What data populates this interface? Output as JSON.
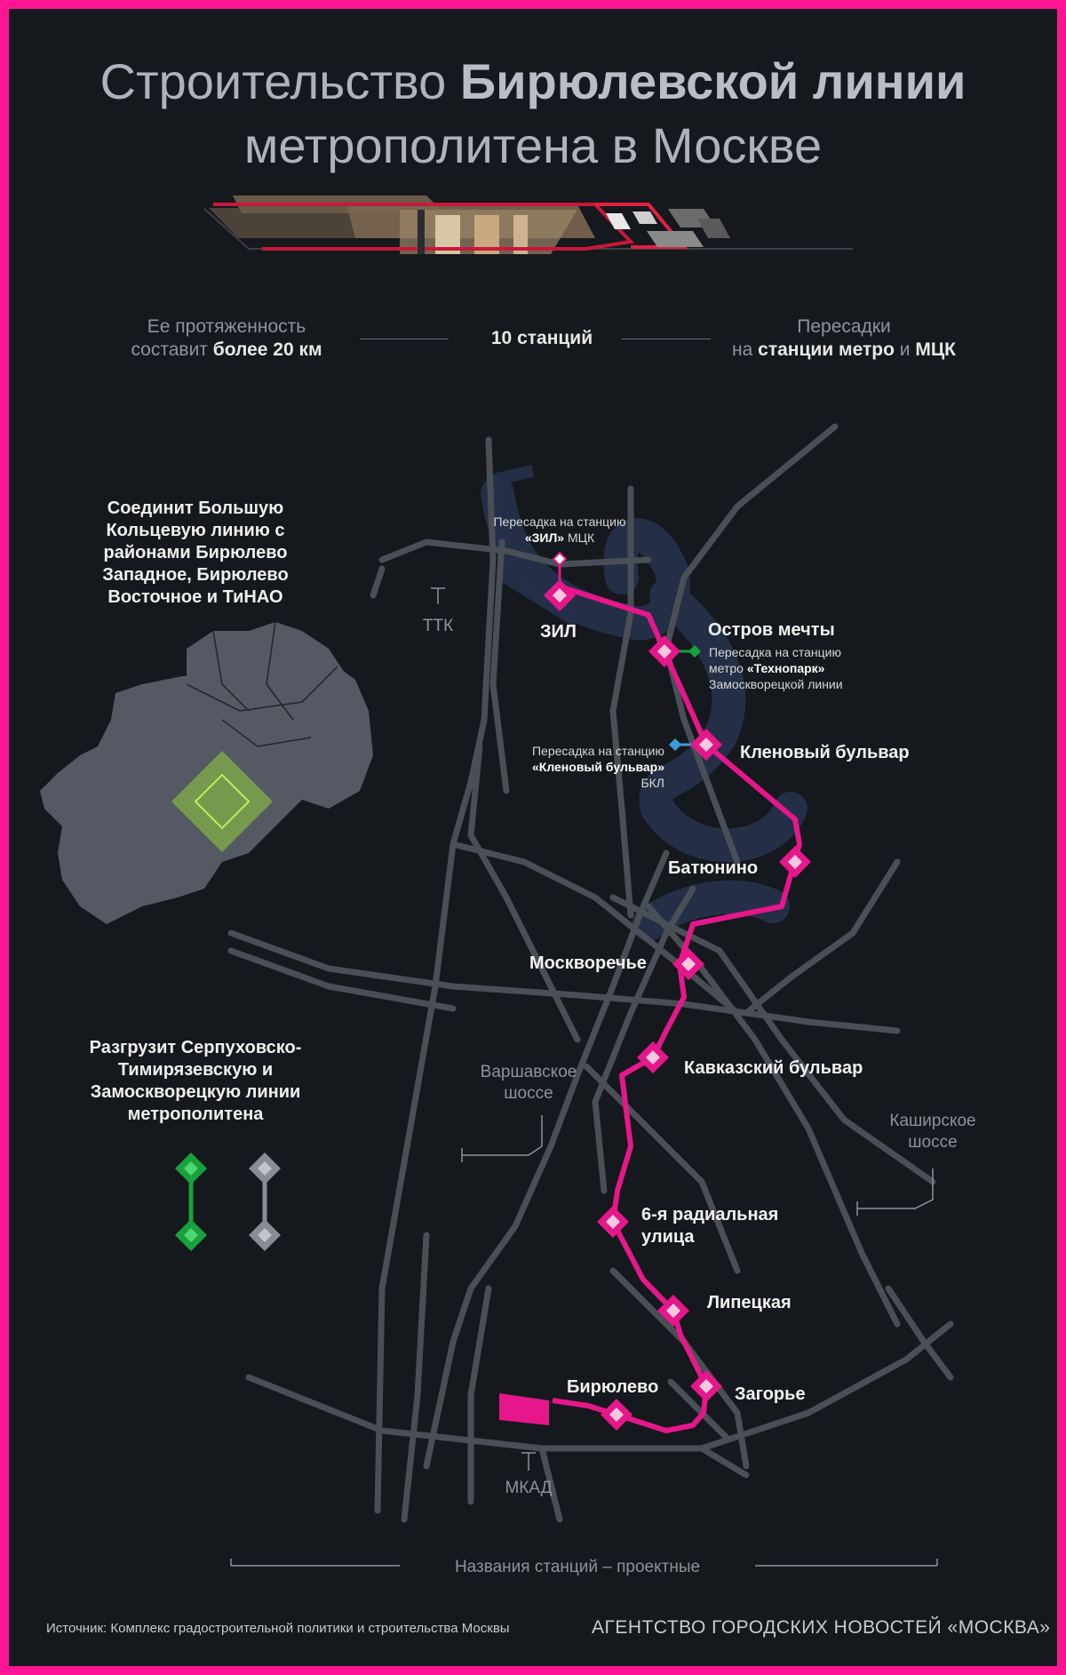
{
  "header": {
    "title_prefix": "Строительство ",
    "title_bold": "Бирюлевской линии",
    "title_line2": "метрополитена в Москве"
  },
  "stats": {
    "length_line1": "Ее протяженность",
    "length_prefix": "составит ",
    "length_bold": "более 20 км",
    "stations_count": "10 станций",
    "transfers_line1": "Пересадки",
    "transfers_prefix": "на ",
    "transfers_bold1": "станции метро",
    "transfers_mid": " и ",
    "transfers_bold2": "МЦК"
  },
  "side": {
    "connect_text": "Соединит Большую Кольцевую линию с районами Бирюлево Западное, Бирюлево Восточное и ТиНАО",
    "relieve_text": "Разгрузит Серпуховско-Тимирязевскую и Замоскворецкую линии метрополитена"
  },
  "map": {
    "stations": [
      {
        "name": "ЗИЛ"
      },
      {
        "name": "Остров мечты"
      },
      {
        "name": "Кленовый бульвар"
      },
      {
        "name": "Батюнино"
      },
      {
        "name": "Москворечье"
      },
      {
        "name": "Кавказский бульвар"
      },
      {
        "name": "6-я радиальная улица"
      },
      {
        "name": "Липецкая"
      },
      {
        "name": "Загорье"
      },
      {
        "name": "Бирюлево"
      }
    ],
    "station_6_line1": "6-я радиальная",
    "station_6_line2": "улица",
    "transfer_zil_line1": "Пересадка на станцию",
    "transfer_zil_bold": "«ЗИЛ»",
    "transfer_zil_suffix": " МЦК",
    "transfer_ostrov_line1": "Пересадка на станцию",
    "transfer_ostrov_prefix": "метро ",
    "transfer_ostrov_bold": "«Технопарк»",
    "transfer_ostrov_line3": "Замоскворецкой линии",
    "transfer_klen_line1": "Пересадка на станцию",
    "transfer_klen_bold": "«Кленовый бульвар»",
    "transfer_klen_line3": "БКЛ",
    "road_ttk": "ТТК",
    "road_varsh_1": "Варшавское",
    "road_varsh_2": "шоссе",
    "road_kash_1": "Каширское",
    "road_kash_2": "шоссе",
    "road_mkad": "МКАД"
  },
  "footer": {
    "note": "Названия станций – проектные",
    "source": "Источник: Комплекс градостроительной политики и строительства Москвы",
    "agency": "АГЕНТСТВО ГОРОДСКИХ НОВОСТЕЙ «МОСКВА»"
  },
  "colors": {
    "line": "#e5178a",
    "background": "#15181c",
    "roads": "#4a4e56",
    "river": "#25304a",
    "green": "#18a13d",
    "mck": "#3a9bd5",
    "border": "#ff1493"
  }
}
